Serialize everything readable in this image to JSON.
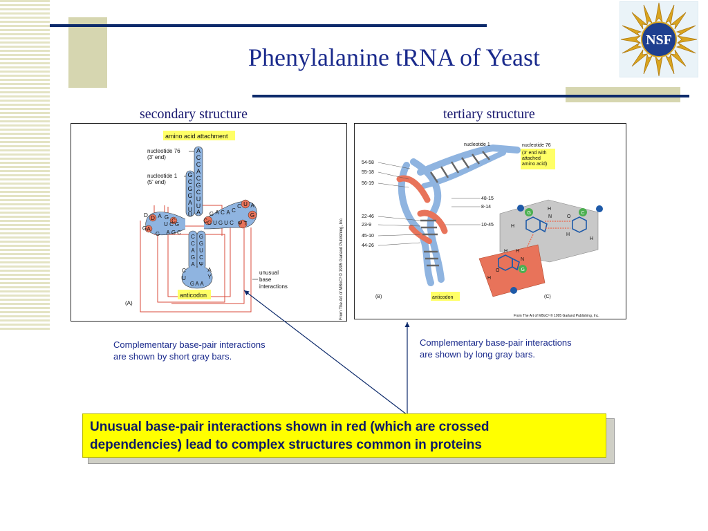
{
  "slide": {
    "title": "Phenylalanine tRNA of Yeast",
    "logo_text": "NSF",
    "captions": {
      "secondary": "secondary structure",
      "tertiary": "tertiary structure"
    },
    "notes": {
      "left_line1": "Complementary base-pair interactions",
      "left_line2": "are shown by short gray bars.",
      "right_line1": "Complementary base-pair interactions",
      "right_line2": "are shown by long gray bars."
    },
    "highlight_line1": "Unusual base-pair interactions shown in red (which are crossed",
    "highlight_line2": "dependencies) lead to complex structures common in proteins"
  },
  "figure_a": {
    "amino_label": "amino acid attachment",
    "nt76_line1": "nucleotide 76",
    "nt76_line2": "(3' end)",
    "nt1_line1": "nucleotide 1",
    "nt1_line2": "(5' end)",
    "unusual_line1": "unusual",
    "unusual_line2": "base",
    "unusual_line3": "interactions",
    "anticodon": "anticodon",
    "panel_label": "(A)",
    "copyright": "From The Art of MBoC³ © 1995 Garland Publishing, Inc.",
    "stem_right": [
      "A",
      "C",
      "C",
      "A",
      "C",
      "G",
      "C",
      "U",
      "U",
      "A"
    ],
    "stem_left": [
      "G",
      "C",
      "G",
      "G",
      "A",
      "U",
      "U"
    ],
    "anticodon_stem_left": [
      "C",
      "C",
      "A",
      "G",
      "A"
    ],
    "anticodon_stem_right": [
      "G",
      "G",
      "U",
      "C",
      "Ψ"
    ],
    "anticodon_loop": [
      "C",
      "U",
      "G",
      "A",
      "A",
      "Y",
      "A"
    ],
    "d_arm": [
      "D",
      "D",
      "A",
      "G",
      "C",
      "U",
      "C",
      "G",
      "G",
      "A",
      "G",
      "A",
      "G",
      "C"
    ],
    "t_arm": [
      "G",
      "A",
      "C",
      "A",
      "C",
      "C",
      "U",
      "A",
      "G",
      "T",
      "Ψ",
      "C",
      "U",
      "G",
      "U",
      "G",
      "C"
    ]
  },
  "figure_bc": {
    "nucleotide1": "nucleotide 1",
    "nt76_line1": "nucleotide 76",
    "nt76_line2": "(3' end with",
    "nt76_line3": "attached",
    "nt76_line4": "amino acid)",
    "left_labels": [
      "54-58",
      "55-18",
      "56-19",
      "22-46",
      "23-9",
      "45-10",
      "44-26"
    ],
    "right_labels": [
      "48-15",
      "8-14",
      "10-45"
    ],
    "anticodon": "anticodon",
    "panel_b": "(B)",
    "panel_c": "(C)",
    "copyright": "From The Art of MBoC³ © 1995 Garland Publishing, Inc.",
    "base_g1": "G",
    "base_c": "C",
    "base_g2": "G",
    "atom_h": "H",
    "atom_n": "N",
    "atom_o": "O"
  },
  "colors": {
    "navy": "#0d2a6b",
    "title": "#1a2a8c",
    "blue_nt": "#8fb4e0",
    "red_nt": "#e8735a",
    "highlight": "#ffff00",
    "olive": "#d6d6b0"
  }
}
